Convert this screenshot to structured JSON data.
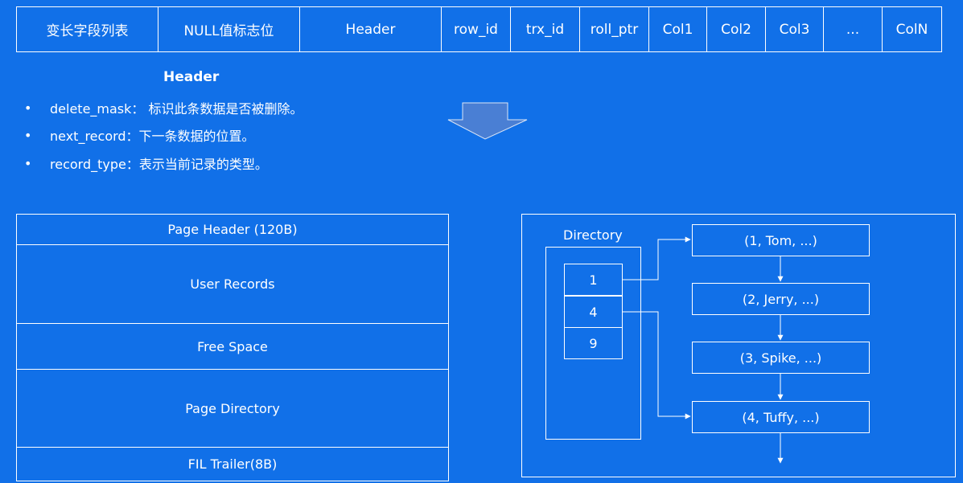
{
  "row_format": {
    "fields": [
      "变长字段列表",
      "NULL值标志位",
      "Header",
      "row_id",
      "trx_id",
      "roll_ptr",
      "Col1",
      "Col2",
      "Col3",
      "...",
      "ColN"
    ]
  },
  "header_info": {
    "title": "Header",
    "items": [
      "delete_mask： 标识此条数据是否被删除。",
      "next_record：下一条数据的位置。",
      "record_type：表示当前记录的类型。"
    ]
  },
  "page_layout": {
    "sections": [
      "Page Header (120B)",
      "User Records",
      "Free Space",
      "Page Directory",
      "FIL Trailer(8B)"
    ]
  },
  "directory": {
    "label": "Directory",
    "slots": [
      "1",
      "4",
      "9"
    ],
    "records": [
      "(1, Tom, ...)",
      "(2, Jerry, ...)",
      "(3, Spike, ...)",
      "(4, Tuffy, ...)"
    ]
  },
  "colors": {
    "background": "#1170e8",
    "line": "#ffffff",
    "arrow_fill": "#4a7fd4"
  }
}
